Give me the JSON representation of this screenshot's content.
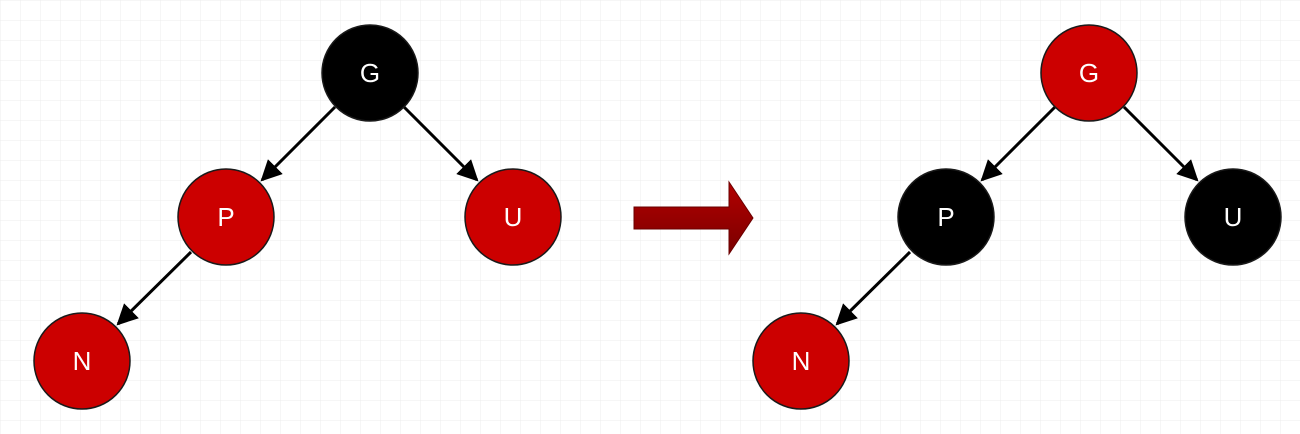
{
  "colors": {
    "red_node": "#cc0000",
    "black_node": "#000000",
    "node_border": "#1a1a1a",
    "edge": "#000000",
    "label": "#ffffff",
    "transition_arrow_dark": "#7a0000",
    "transition_arrow_light": "#b30000",
    "grid": "#ececec"
  },
  "before": {
    "nodes": {
      "g": {
        "label": "G",
        "color": "black"
      },
      "p": {
        "label": "P",
        "color": "red"
      },
      "u": {
        "label": "U",
        "color": "red"
      },
      "n": {
        "label": "N",
        "color": "red"
      }
    }
  },
  "after": {
    "nodes": {
      "g": {
        "label": "G",
        "color": "red"
      },
      "p": {
        "label": "P",
        "color": "black"
      },
      "u": {
        "label": "U",
        "color": "black"
      },
      "n": {
        "label": "N",
        "color": "red"
      }
    }
  },
  "transition_arrow": {
    "icon": "right-arrow-icon"
  }
}
